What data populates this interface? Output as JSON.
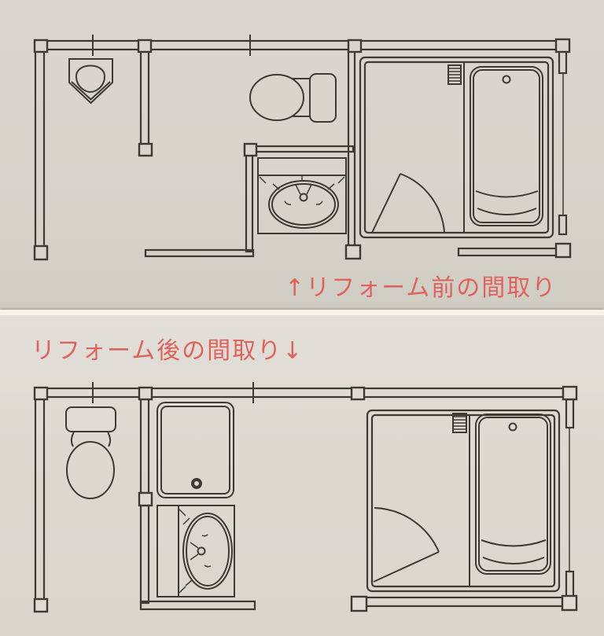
{
  "palette": {
    "paper_top": "#d8d5cd",
    "paper_bottom": "#dedbd4",
    "seam": "#f4f3ee",
    "line": "#3c3a33",
    "label_red": "#df635d"
  },
  "labels": {
    "before": "↑リフォーム前の間取り",
    "after": "リフォーム後の間取り↓"
  },
  "plans": {
    "before": {
      "caption": "リフォーム前の間取り",
      "fixtures": [
        "urinal",
        "toilet",
        "washbasin",
        "bathroom-door",
        "bathtub",
        "vent-grille"
      ]
    },
    "after": {
      "caption": "リフォーム後の間取り",
      "fixtures": [
        "toilet",
        "shower-unit",
        "washbasin",
        "bathroom-door",
        "bathtub",
        "vent-grille"
      ]
    }
  }
}
